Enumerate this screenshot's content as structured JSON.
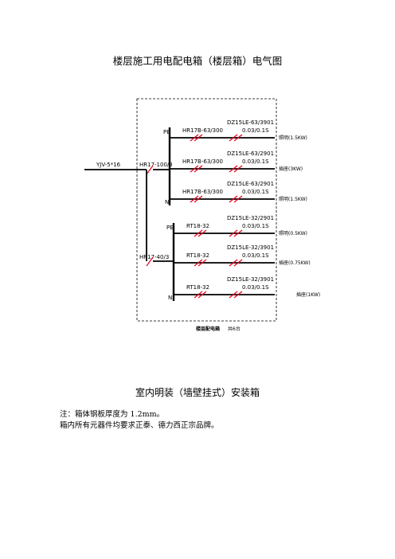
{
  "title": "楼层施工用电配电箱（楼层箱）电气图",
  "incoming_cable": "YJV-5*16",
  "main_breaker": "HR17-100/3",
  "branch_switch": "HR17-40/3",
  "bus_labels": {
    "pe": "PE",
    "n": "N"
  },
  "circuits": [
    {
      "breaker": "HR17B-63/300",
      "rcd": "DZ15LE-63/3901",
      "rcd_setting": "0.03/0.1S",
      "load": "照明(1.5KW)"
    },
    {
      "breaker": "HR17B-63/300",
      "rcd": "DZ15LE-63/2901",
      "rcd_setting": "0.03/0.1S",
      "load": "插座(3KW)"
    },
    {
      "breaker": "HR17B-63/300",
      "rcd": "DZ15LE-63/2901",
      "rcd_setting": "0.03/0.1S",
      "load": "照明(1.5KW)"
    },
    {
      "breaker": "RT18-32",
      "rcd": "DZ15LE-32/2901",
      "rcd_setting": "0.03/0.1S",
      "load": "照明(0.5KW)"
    },
    {
      "breaker": "RT18-32",
      "rcd": "DZ15LE-32/3901",
      "rcd_setting": "0.03/0.1S",
      "load": "插座(0.75KW)"
    },
    {
      "breaker": "RT18-32",
      "rcd": "DZ15LE-32/3901",
      "rcd_setting": "0.03/0.1S",
      "load": "插座(1KW)"
    }
  ],
  "box_caption": "楼层配电箱",
  "box_caption2": "共6台",
  "subtitle": "室内明装（墙壁挂式）安装箱",
  "notes": [
    "注：箱体钢板厚度为 1.2mm。",
    "箱内所有元器件均要求正泰、德力西正宗品牌。"
  ]
}
